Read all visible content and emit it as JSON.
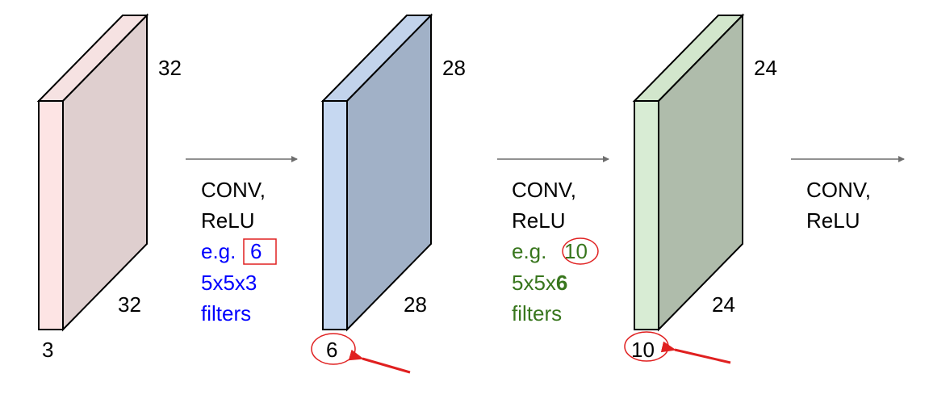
{
  "colors": {
    "volume1": {
      "front": "#fde4e4",
      "side": "#dfcfcf",
      "top": "#f6e2e2"
    },
    "volume2": {
      "front": "#c6d8f1",
      "side": "#a1b1c7",
      "top": "#c2d3eb"
    },
    "volume3": {
      "front": "#d8ecd4",
      "side": "#afbcab",
      "top": "#d2e6cc"
    },
    "stroke": "#000000",
    "arrow_gray": "#6d6d6d",
    "highlight_red": "#e02020",
    "filter_blue": "#0000ff",
    "filter_green": "#38761d"
  },
  "volumes": [
    {
      "height_label": "32",
      "width_label": "32",
      "depth_label": "3"
    },
    {
      "height_label": "28",
      "width_label": "28",
      "depth_label": "6"
    },
    {
      "height_label": "24",
      "width_label": "24",
      "depth_label": "10"
    }
  ],
  "layers": [
    {
      "line1": "CONV,",
      "line2": "ReLU",
      "eg_prefix": "e.g.",
      "eg_value": "6",
      "size_prefix": "5x5x",
      "size_suffix": "3",
      "line5": "filters"
    },
    {
      "line1": "CONV,",
      "line2": "ReLU",
      "eg_prefix": "e.g.",
      "eg_value": "10",
      "size_prefix": "5x5x",
      "size_suffix": "6",
      "line5": "filters"
    },
    {
      "line1": "CONV,",
      "line2": "ReLU"
    }
  ]
}
